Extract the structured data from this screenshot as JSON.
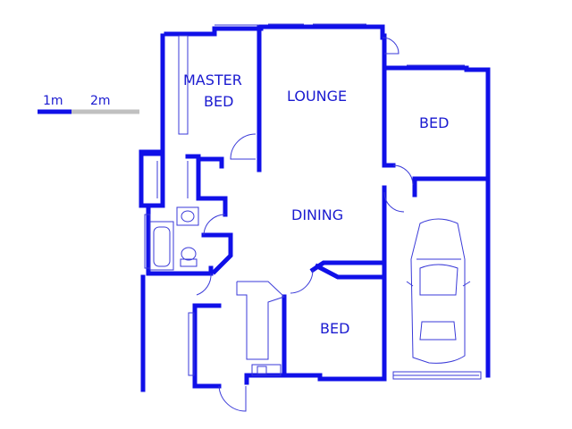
{
  "colors": {
    "wall": "#1010e8",
    "thin": "#3a3ad8",
    "text": "#1a1ad0",
    "scale_bar_grey": "#c0c0c0",
    "background": "#ffffff"
  },
  "scale": {
    "label_1": "1m",
    "label_2": "2m"
  },
  "rooms": {
    "master_bed_line1": "MASTER",
    "master_bed_line2": "BED",
    "lounge": "LOUNGE",
    "bed_right": "BED",
    "dining": "DINING",
    "bed_bottom": "BED"
  },
  "icons": {
    "car": "car-icon",
    "bathtub": "bathtub-icon",
    "toilet": "toilet-icon",
    "basin": "basin-icon",
    "sink": "sink-icon"
  }
}
